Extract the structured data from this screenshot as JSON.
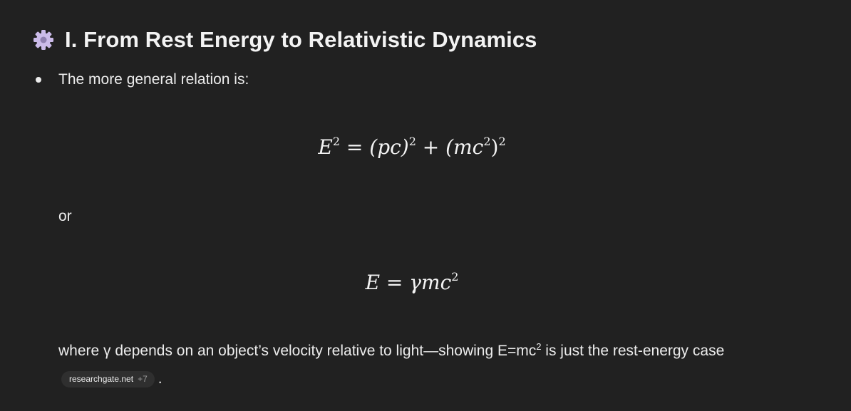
{
  "section": {
    "title": "I. From Rest Energy to Relativistic Dynamics",
    "icon": "gear-icon",
    "icon_color": "#c9b8e8"
  },
  "bullet": {
    "text": "The more general relation is:"
  },
  "equation1": {
    "E": "E",
    "sq1": "2",
    "eq": " = ",
    "pc": "(pc)",
    "sq2": "2",
    "plus": " + ",
    "mc_open": "(mc",
    "sq3": "2",
    "mc_close": ")",
    "sq4": "2"
  },
  "or_text": "or",
  "equation2": {
    "E": "E",
    "eq": " = ",
    "gamma_mc": "γmc",
    "sq": "2"
  },
  "explanation": {
    "before": "where γ depends on an object’s velocity relative to light—showing E=mc",
    "sup": "2",
    "after": " is just the rest-energy case"
  },
  "citation": {
    "source": "researchgate.net",
    "more": "+7",
    "trailing": "."
  }
}
